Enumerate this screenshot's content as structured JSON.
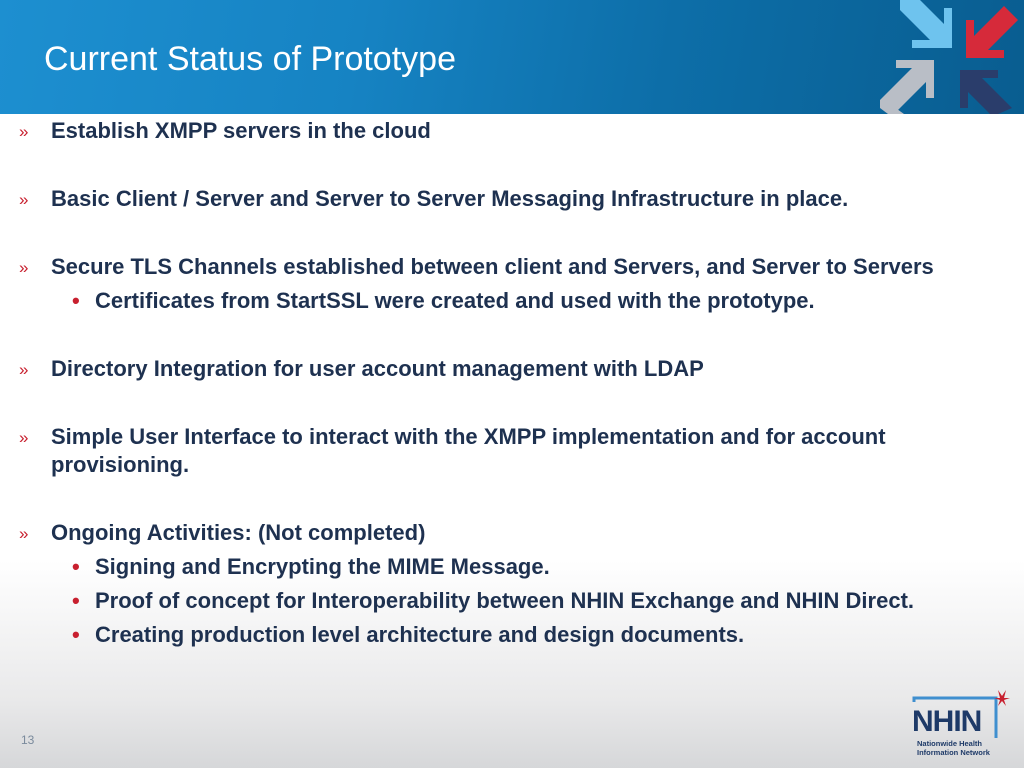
{
  "slide": {
    "title": "Current Status of Prototype",
    "page_number": "13"
  },
  "bullets": [
    {
      "marker": "»",
      "text": "Establish XMPP servers in the cloud"
    },
    {
      "marker": "»",
      "text": "Basic Client / Server and Server to Server Messaging Infrastructure in place."
    },
    {
      "marker": "»",
      "text": "Secure TLS Channels established between client and Servers, and Server to Servers",
      "sub": [
        {
          "marker": "•",
          "text": "Certificates from StartSSL were created and used with the prototype."
        }
      ]
    },
    {
      "marker": "»",
      "text": "Directory Integration for user account management with LDAP"
    },
    {
      "marker": "»",
      "text": "Simple User Interface to interact with the XMPP implementation and for account provisioning."
    },
    {
      "marker": "»",
      "text": "Ongoing Activities: (Not completed)",
      "sub": [
        {
          "marker": "•",
          "text": "Signing and Encrypting the MIME Message."
        },
        {
          "marker": "•",
          "text": "Proof of concept for Interoperability between NHIN Exchange and NHIN Direct."
        },
        {
          "marker": "•",
          "text": "Creating production level architecture and design documents."
        }
      ]
    }
  ],
  "logo": {
    "name": "NHIN",
    "subtitle": "Nationwide Health Information Network",
    "corner_icon": "converging-arrows-icon",
    "nhin_icon": "nhin-logo-icon"
  },
  "colors": {
    "header_blue": "#1683c3",
    "accent_red": "#c8202f",
    "text_navy": "#1e3150",
    "arrow_navy": "#2a3d6b",
    "arrow_gray": "#b9bec6",
    "arrow_lightblue": "#6ec3ee"
  }
}
